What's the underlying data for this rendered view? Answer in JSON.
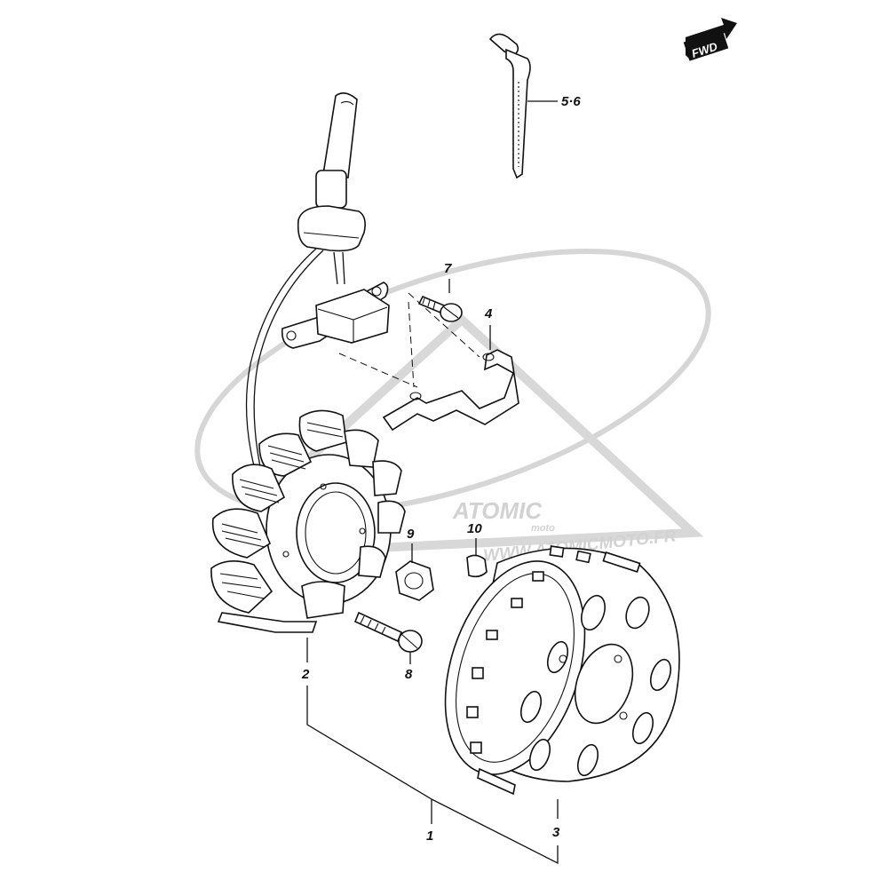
{
  "direction_badge": "FWD",
  "watermark": {
    "brand": "ATOMIC",
    "sub": "moto",
    "url": "WWW.ATOMICMOTO.FR"
  },
  "callouts": [
    {
      "id": "1",
      "text": "1"
    },
    {
      "id": "2",
      "text": "2"
    },
    {
      "id": "3",
      "text": "3"
    },
    {
      "id": "4",
      "text": "4"
    },
    {
      "id": "56",
      "text": "5·6"
    },
    {
      "id": "7",
      "text": "7"
    },
    {
      "id": "8",
      "text": "8"
    },
    {
      "id": "9",
      "text": "9"
    },
    {
      "id": "10",
      "text": "10"
    }
  ],
  "icons": [
    "fwd-arrow-icon",
    "cable-tie-icon",
    "stator-coil-icon",
    "rotor-flywheel-icon",
    "bracket-icon",
    "bolt-icon",
    "nut-icon",
    "key-icon",
    "pickup-coil-icon"
  ]
}
